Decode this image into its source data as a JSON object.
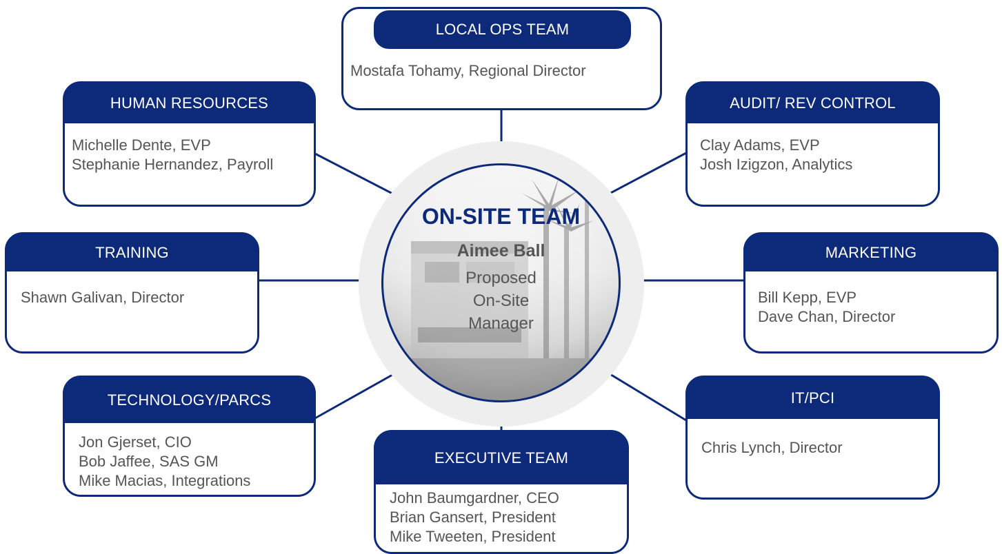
{
  "colors": {
    "brand_blue": "#0d2a7a",
    "text_gray": "#555555"
  },
  "center": {
    "title": "ON-SITE TEAM",
    "name": "Aimee Ball",
    "role_lines": [
      "Proposed",
      "On-Site",
      "Manager"
    ]
  },
  "teams": {
    "local_ops": {
      "title": "LOCAL OPS TEAM",
      "members": [
        "Mostafa Tohamy, Regional Director"
      ]
    },
    "human_resources": {
      "title": "HUMAN RESOURCES",
      "members": [
        "Michelle Dente, EVP",
        "Stephanie Hernandez, Payroll"
      ]
    },
    "audit": {
      "title": "AUDIT/ REV CONTROL",
      "members": [
        "Clay Adams, EVP",
        "Josh Izigzon, Analytics"
      ]
    },
    "training": {
      "title": "TRAINING",
      "members": [
        "Shawn Galivan, Director"
      ]
    },
    "marketing": {
      "title": "MARKETING",
      "members": [
        "Bill Kepp, EVP",
        "Dave Chan, Director"
      ]
    },
    "technology": {
      "title": "TECHNOLOGY/PARCS",
      "members": [
        "Jon Gjerset, CIO",
        "Bob Jaffee, SAS GM",
        "Mike Macias, Integrations"
      ]
    },
    "it_pci": {
      "title": "IT/PCI",
      "members": [
        "Chris Lynch, Director"
      ]
    },
    "executive": {
      "title": "EXECUTIVE TEAM",
      "members": [
        "John Baumgardner, CEO",
        "Brian Gansert, President",
        "Mike Tweeten, President"
      ]
    }
  }
}
